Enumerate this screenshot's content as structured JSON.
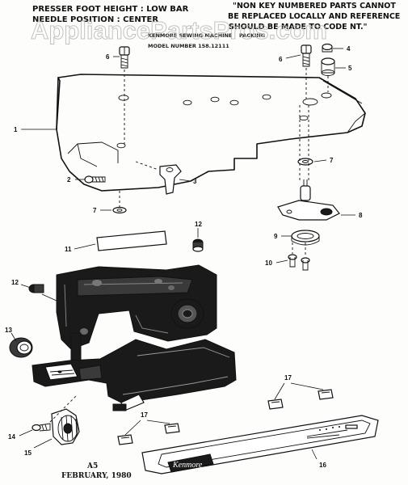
{
  "header": {
    "left_line1": "PRESSER FOOT HEIGHT : LOW BAR",
    "left_line2": "NEEDLE POSITION : CENTER",
    "right_line1": "\"NON KEY NUMBERED PARTS CANNOT",
    "right_line2": "BE REPLACED LOCALLY AND REFERENCE",
    "right_line3": "SHOULD BE MADE TO CODE NT.\"",
    "model_line1": "KENMORE SEWING MACHINE",
    "model_line2": "MODEL NUMBER 158.12111",
    "packing": "PACKING"
  },
  "watermark": "AppliancePartsPros.com",
  "brand_label": "Kenmore",
  "footer": {
    "code": "A5",
    "date": "FEBRUARY, 1980"
  },
  "callouts": {
    "c1": "1",
    "c2": "2",
    "c3": "3",
    "c4": "4",
    "c5": "5",
    "c6a": "6",
    "c6b": "6",
    "c7a": "7",
    "c7b": "7",
    "c8": "8",
    "c9": "9",
    "c10": "10",
    "c11": "11",
    "c12a": "12",
    "c12b": "12",
    "c13": "13",
    "c14": "14",
    "c15": "15",
    "c16": "16",
    "c17a": "17",
    "c17b": "17"
  }
}
